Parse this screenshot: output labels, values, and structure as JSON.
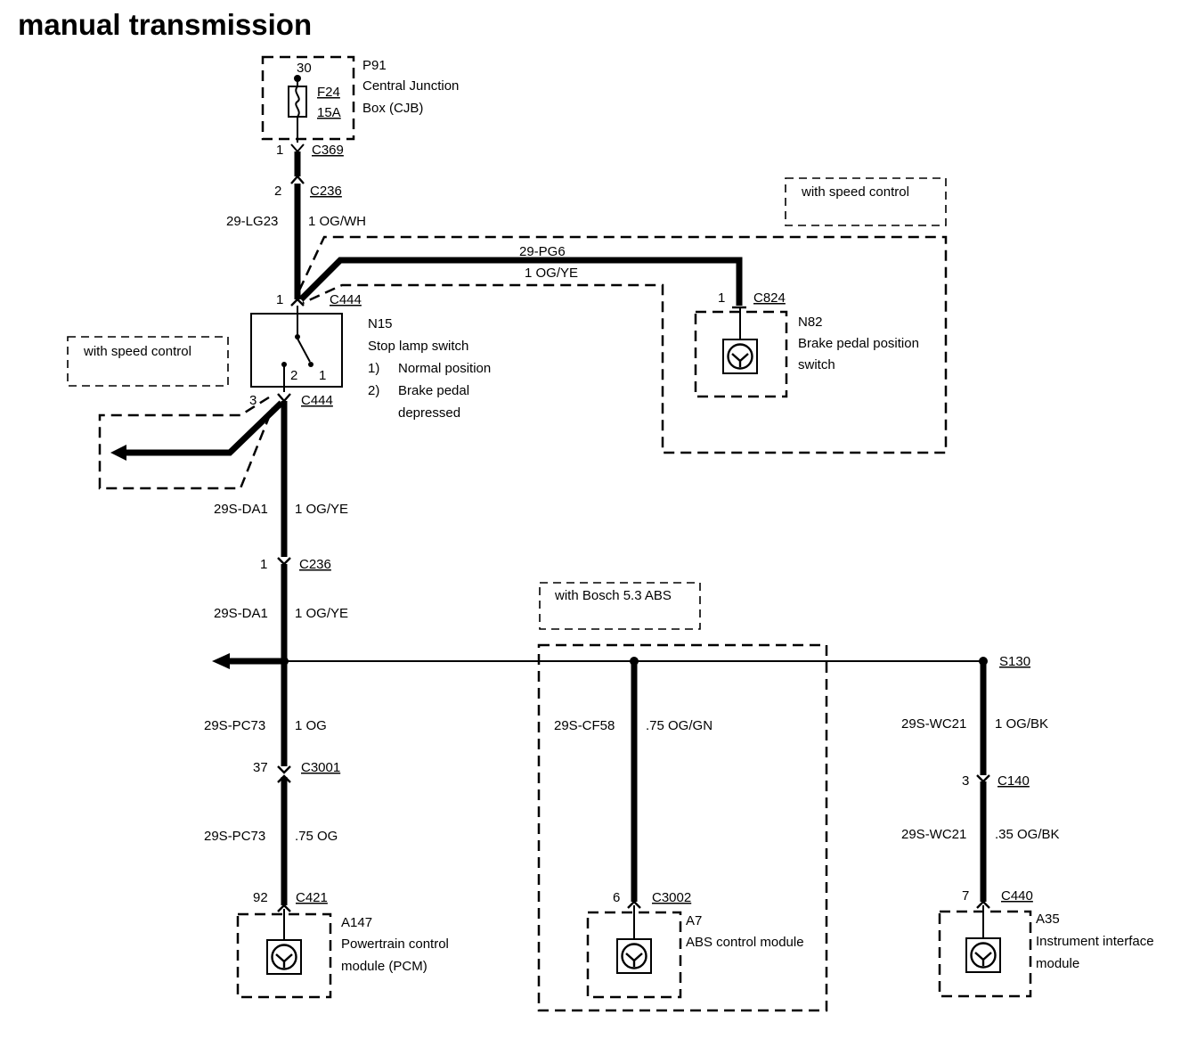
{
  "title": "manual transmission",
  "cjb": {
    "id": "P91",
    "name_line1": "Central Junction",
    "name_line2": "Box (CJB)",
    "pin": "30",
    "fuse": "F24",
    "rating": "15A"
  },
  "c369": {
    "pin": "1",
    "connector": "C369"
  },
  "c236_top": {
    "pin": "2",
    "connector": "C236"
  },
  "wire_feed": {
    "circuit": "29-LG23",
    "spec": "1 OG/WH"
  },
  "speed_control_right": {
    "label": "with speed control"
  },
  "speed_control_left": {
    "label": "with speed control"
  },
  "wire_bpp": {
    "circuit": "29-PG6",
    "spec": "1 OG/YE"
  },
  "c444_in": {
    "pin": "1",
    "connector": "C444"
  },
  "c824": {
    "pin": "1",
    "connector": "C824"
  },
  "n15": {
    "id": "N15",
    "name": "Stop lamp switch",
    "pin2": "2",
    "pin1": "1",
    "legend": [
      {
        "num": "1)",
        "text": "Normal position"
      },
      {
        "num": "2)",
        "text": "Brake pedal"
      },
      {
        "num": "",
        "text": "depressed"
      }
    ]
  },
  "n82": {
    "id": "N82",
    "name_line1": "Brake pedal position",
    "name_line2": "switch"
  },
  "c444_out": {
    "pin": "3",
    "connector": "C444"
  },
  "wire_out1": {
    "circuit": "29S-DA1",
    "spec": "1 OG/YE"
  },
  "c236_bottom": {
    "pin": "1",
    "connector": "C236"
  },
  "wire_out2": {
    "circuit": "29S-DA1",
    "spec": "1 OG/YE"
  },
  "bosch": {
    "label": "with Bosch 5.3 ABS"
  },
  "splice": {
    "id": "S130"
  },
  "pcm_branch": {
    "wire1": {
      "circuit": "29S-PC73",
      "spec": "1 OG"
    },
    "c3001": {
      "pin": "37",
      "connector": "C3001"
    },
    "wire2": {
      "circuit": "29S-PC73",
      "spec": ".75 OG"
    },
    "c421": {
      "pin": "92",
      "connector": "C421"
    },
    "module": {
      "id": "A147",
      "name_line1": "Powertrain control",
      "name_line2": "module (PCM)"
    }
  },
  "abs_branch": {
    "wire": {
      "circuit": "29S-CF58",
      "spec": ".75 OG/GN"
    },
    "c3002": {
      "pin": "6",
      "connector": "C3002"
    },
    "module": {
      "id": "A7",
      "name_line1": "ABS control module"
    }
  },
  "iim_branch": {
    "wire1": {
      "circuit": "29S-WC21",
      "spec": "1 OG/BK"
    },
    "c140": {
      "pin": "3",
      "connector": "C140"
    },
    "wire2": {
      "circuit": "29S-WC21",
      "spec": ".35 OG/BK"
    },
    "c440": {
      "pin": "7",
      "connector": "C440"
    },
    "module": {
      "id": "A35",
      "name_line1": "Instrument interface",
      "name_line2": "module"
    }
  }
}
